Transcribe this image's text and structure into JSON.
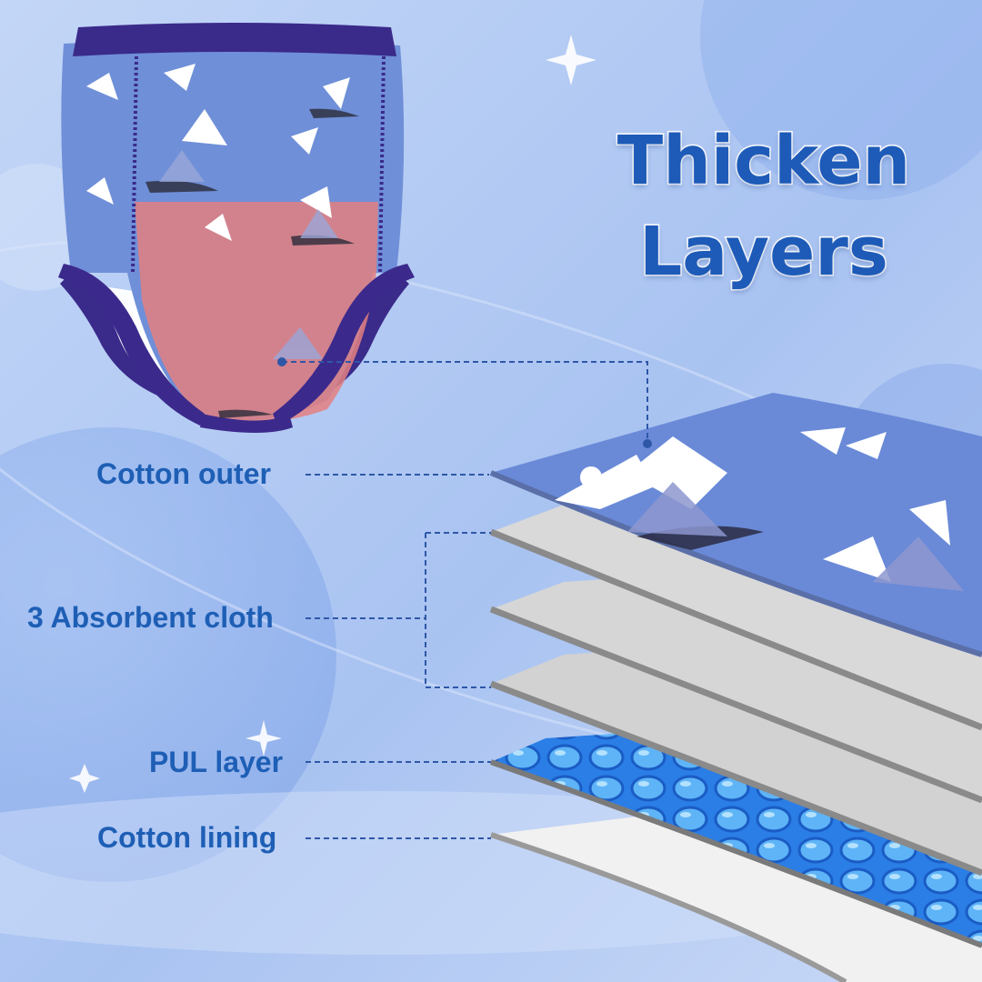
{
  "headline": {
    "line1": "Thicken",
    "line2": "Layers"
  },
  "labels": {
    "cotton_outer": "Cotton outer",
    "absorbent": "3 Absorbent cloth",
    "pul": "PUL layer",
    "cotton_lining": "Cotton lining"
  },
  "colors": {
    "background": "#b9cff6",
    "text_blue": "#1e5fb5",
    "trim_purple": "#3b2a8c",
    "fabric_blue": "#6e8ed6",
    "absorbent_highlight": "#e07878",
    "absorbent_grey": "#cfcfcf",
    "pul_blue": "#2f86e8"
  },
  "icons": [
    "sparkle-icon",
    "product-image",
    "layer-stack-image"
  ]
}
